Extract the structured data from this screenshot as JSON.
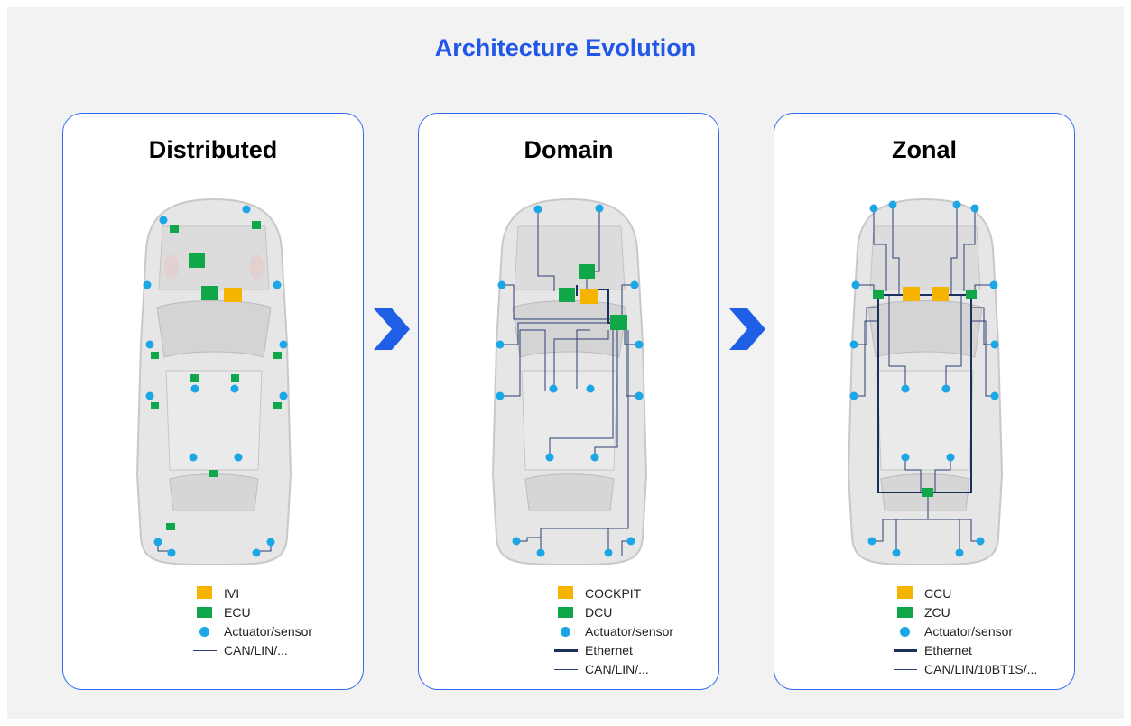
{
  "title": "Architecture Evolution",
  "panels": [
    {
      "title": "Distributed",
      "legend": [
        {
          "symbol": "yellow-square",
          "label": "IVI"
        },
        {
          "symbol": "green-square",
          "label": "ECU"
        },
        {
          "symbol": "blue-dot",
          "label": "Actuator/sensor"
        },
        {
          "symbol": "thin-line",
          "label": "CAN/LIN/..."
        }
      ]
    },
    {
      "title": "Domain",
      "legend": [
        {
          "symbol": "yellow-square",
          "label": "COCKPIT"
        },
        {
          "symbol": "green-square",
          "label": "DCU"
        },
        {
          "symbol": "blue-dot",
          "label": "Actuator/sensor"
        },
        {
          "symbol": "thick-line",
          "label": "Ethernet"
        },
        {
          "symbol": "thin-line",
          "label": "CAN/LIN/..."
        }
      ]
    },
    {
      "title": "Zonal",
      "legend": [
        {
          "symbol": "yellow-square",
          "label": "CCU"
        },
        {
          "symbol": "green-square",
          "label": "ZCU"
        },
        {
          "symbol": "blue-dot",
          "label": "Actuator/sensor"
        },
        {
          "symbol": "thick-line",
          "label": "Ethernet"
        },
        {
          "symbol": "thin-line",
          "label": "CAN/LIN/10BT1S/..."
        }
      ]
    }
  ],
  "colors": {
    "accent": "#2f6cf0",
    "title": "#2057e8",
    "ivi_yellow": "#f5b400",
    "ecu_green": "#10a64a",
    "sensor_blue": "#1ba6e6",
    "wire_navy": "#1a2f5c"
  },
  "icons": [
    "car-top-view-icon",
    "chevron-right-icon"
  ]
}
